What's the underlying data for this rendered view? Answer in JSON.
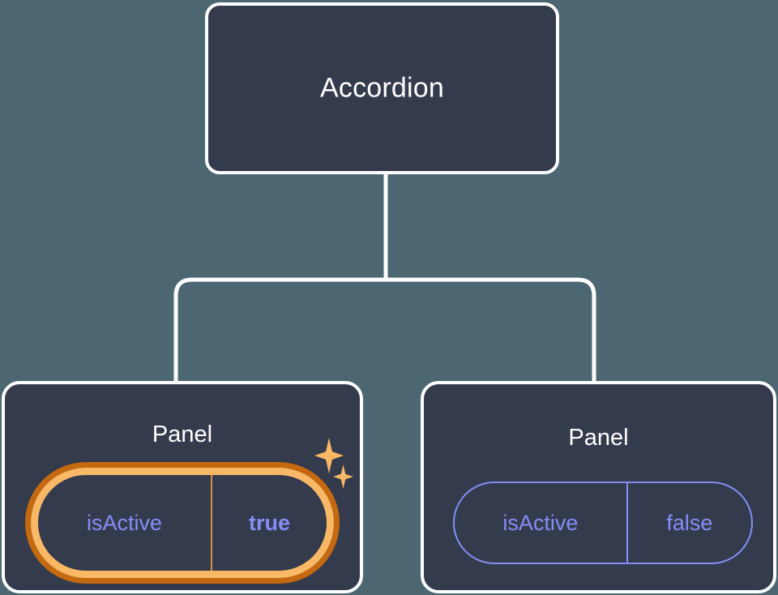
{
  "diagram": {
    "type": "component-tree",
    "background_color": "#4c6771",
    "node_fill_color": "#343b4c",
    "node_border_color": "#ffffff",
    "connector_color": "#ffffff",
    "prop_text_color": "#858df6",
    "highlight_color": "#f9b866",
    "highlight_glow_color": "#c4690f",
    "root": {
      "title": "Accordion"
    },
    "children": [
      {
        "title": "Panel",
        "highlighted": true,
        "prop": {
          "key": "isActive",
          "value": "true"
        },
        "sparkles": [
          "sparkle-large",
          "sparkle-small"
        ]
      },
      {
        "title": "Panel",
        "highlighted": false,
        "prop": {
          "key": "isActive",
          "value": "false"
        }
      }
    ]
  }
}
